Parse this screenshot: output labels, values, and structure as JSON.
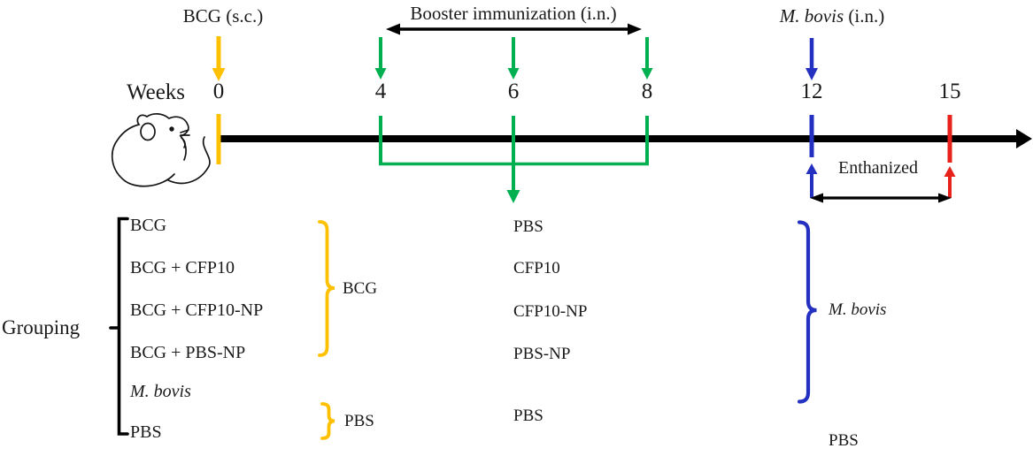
{
  "figure": {
    "type": "experimental-timeline-diagram",
    "weeks_axis_label": "Weeks",
    "week_ticks": [
      "0",
      "4",
      "6",
      "8",
      "12",
      "15"
    ],
    "events": {
      "prime_label": "BCG (s.c.)",
      "booster_label": "Booster immunization (i.n.)",
      "challenge_label_italic": "M. bovis",
      "challenge_label_rest": " (i.n.)",
      "euthanized_label": "Enthanized"
    },
    "grouping": {
      "title": "Grouping",
      "groups": [
        "BCG",
        "BCG + CFP10",
        "BCG + CFP10-NP",
        "BCG + PBS-NP",
        "M. bovis",
        "PBS"
      ],
      "booster_column": [
        "PBS",
        "CFP10",
        "CFP10-NP",
        "PBS-NP",
        "PBS"
      ],
      "brace_labels": {
        "prime_bcg": "BCG",
        "prime_pbs": "PBS",
        "challenge_m_bovis": "M. bovis",
        "challenge_pbs": "PBS"
      }
    },
    "colors": {
      "prime_orange": "#FFC000",
      "booster_green": "#00B050",
      "challenge_blue": "#2430C0",
      "euthanize_red": "#E8211A",
      "timeline_black": "#000000"
    }
  }
}
